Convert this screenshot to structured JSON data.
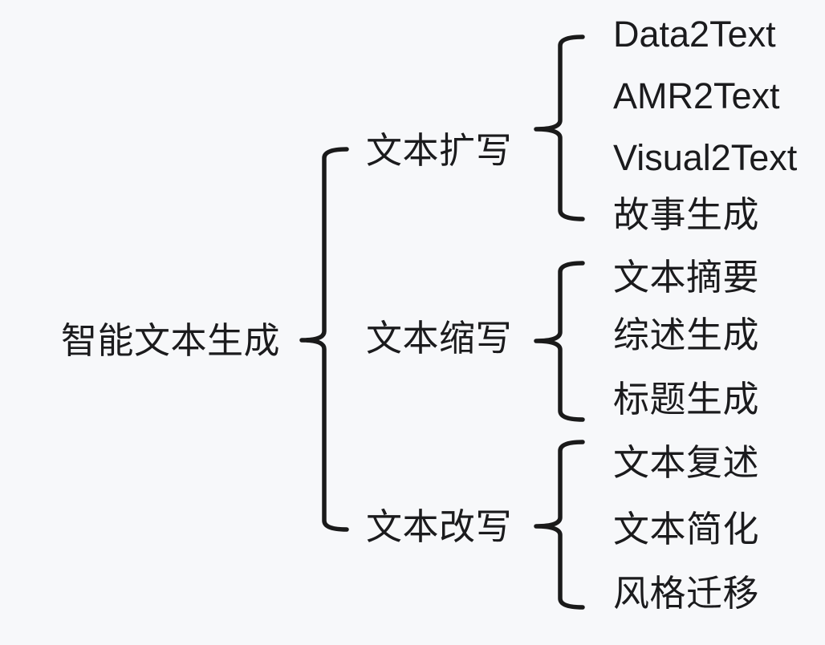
{
  "root": {
    "label": "智能文本生成"
  },
  "branches": [
    {
      "label": "文本扩写",
      "children": [
        "Data2Text",
        "AMR2Text",
        "Visual2Text",
        "故事生成"
      ]
    },
    {
      "label": "文本缩写",
      "children": [
        "文本摘要",
        "综述生成",
        "标题生成"
      ]
    },
    {
      "label": "文本改写",
      "children": [
        "文本复述",
        "文本简化",
        "风格迁移"
      ]
    }
  ],
  "colors": {
    "background": "#f7f8fa",
    "text": "#1b1b1d",
    "connector": "#1a1a1a"
  }
}
